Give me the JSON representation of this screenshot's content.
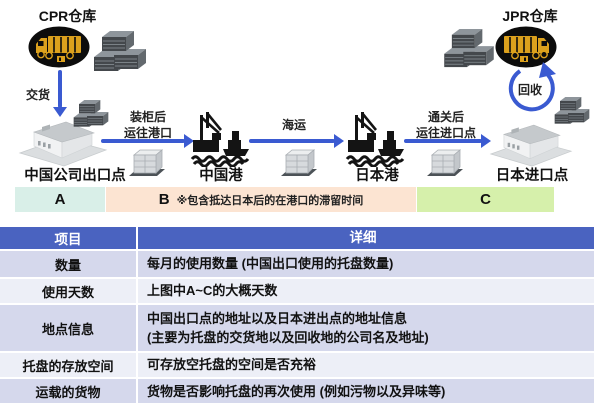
{
  "diagram": {
    "cpr_warehouse_label": "CPR仓库",
    "jpr_warehouse_label": "JPR仓库",
    "delivery_label": "交货",
    "recycle_label": "回收",
    "nodes": {
      "china_export": "中国公司出口点",
      "china_port": "中国港",
      "japan_port": "日本港",
      "japan_import": "日本进口点"
    },
    "arrow_labels": {
      "to_china_port": "装柜后\n运往港口",
      "sea_transport": "海运",
      "to_japan_import": "通关后\n运往进口点"
    },
    "bands": {
      "a": {
        "letter": "A",
        "color": "#d9efe8"
      },
      "b": {
        "letter": "B",
        "note": "※包含抵达日本后的在港口的滞留时间",
        "color": "#fce4d2"
      },
      "c": {
        "letter": "C",
        "color": "#d6f0ab"
      }
    }
  },
  "table": {
    "headers": {
      "item": "项目",
      "detail": "详细"
    },
    "rows": [
      {
        "item": "数量",
        "detail": "每月的使用数量 (中国出口使用的托盘数量)"
      },
      {
        "item": "使用天数",
        "detail": "上图中A~C的大概天数"
      },
      {
        "item": "地点信息",
        "detail": "中国出口点的地址以及日本进出点的地址信息\n(主要为托盘的交货地以及回收地的公司名及地址)"
      },
      {
        "item": "托盘的存放空间",
        "detail": "可存放空托盘的空间是否充裕"
      },
      {
        "item": "运载的货物",
        "detail": "货物是否影响托盘的再次使用 (例如污物以及异味等)"
      }
    ]
  },
  "colors": {
    "arrow_blue": "#3a5ad1",
    "table_header_blue": "#4a63c0",
    "row_lavender": "#d5d8ec",
    "row_light": "#edeff7",
    "truck_yellow": "#dca11d"
  }
}
